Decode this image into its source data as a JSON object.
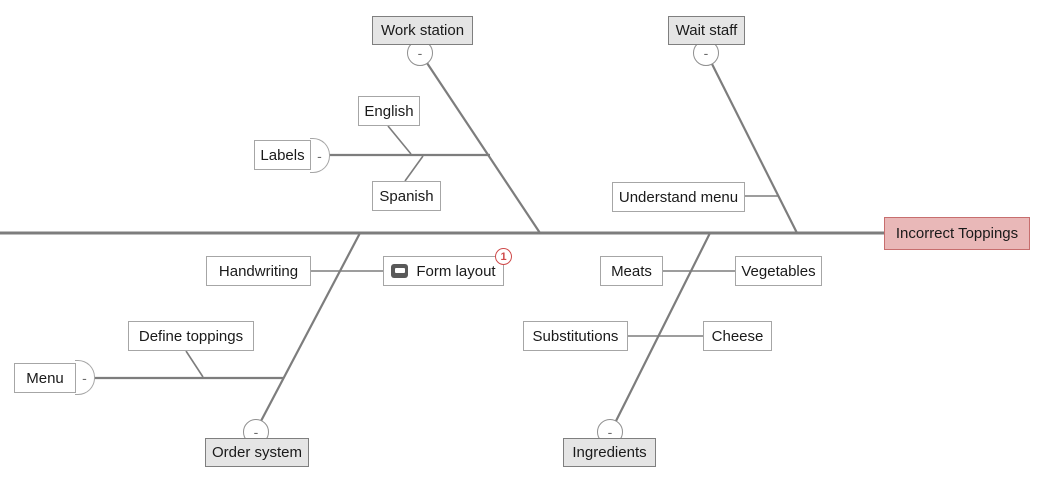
{
  "nodes": {
    "work_station": "Work station",
    "wait_staff": "Wait staff",
    "english": "English",
    "labels": "Labels",
    "spanish": "Spanish",
    "understand_menu": "Understand menu",
    "handwriting": "Handwriting",
    "form_layout": "Form layout",
    "meats": "Meats",
    "vegetables": "Vegetables",
    "define_toppings": "Define toppings",
    "substitutions": "Substitutions",
    "cheese": "Cheese",
    "menu": "Menu",
    "order_system": "Order system",
    "ingredients": "Ingredients",
    "effect": "Incorrect Toppings"
  },
  "badge": {
    "form_layout_count": "1"
  },
  "collapse": {
    "glyph": "-"
  },
  "colors": {
    "line": "#7d7d7d",
    "box_border": "#a6a6a6",
    "category_border": "#7f7f7f",
    "category_fill": "#e5e5e5",
    "effect_fill": "#e9b8b8",
    "effect_border": "#c76e6e",
    "badge_red": "#cf4a4a",
    "icon_dark": "#595959",
    "text": "#1a1a1a"
  }
}
